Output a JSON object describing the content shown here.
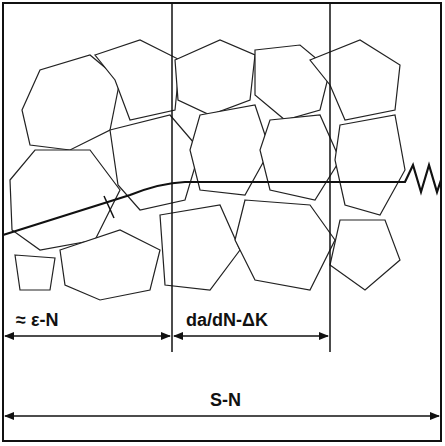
{
  "diagram": {
    "labels": [
      "≈ ε-N",
      "da/dN-ΔK",
      "S-N"
    ]
  }
}
